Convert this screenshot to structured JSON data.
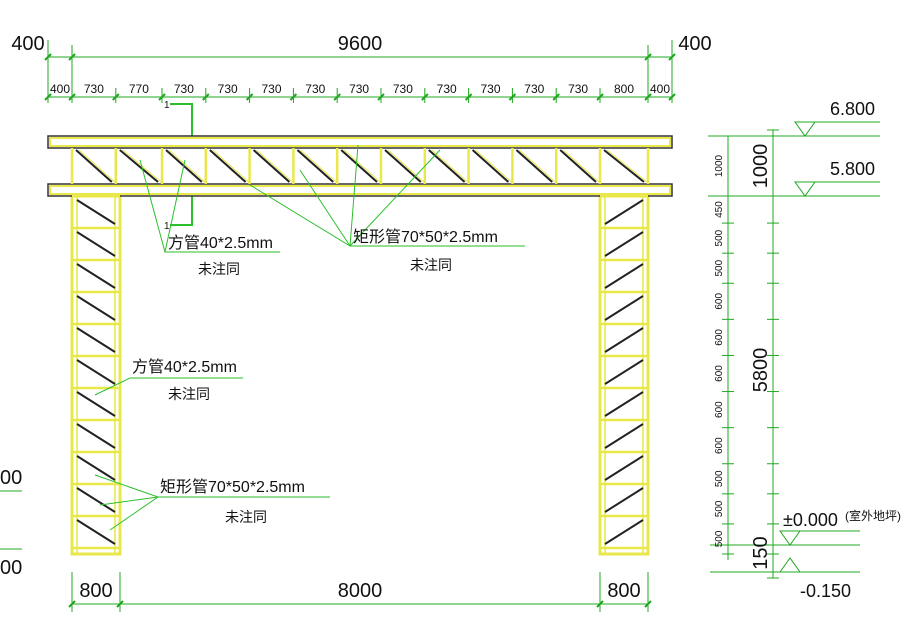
{
  "top_dims": {
    "overall": "9600",
    "left_ext": "400",
    "right_ext": "400",
    "segments": [
      "400",
      "730",
      "770",
      "730",
      "730",
      "730",
      "730",
      "730",
      "730",
      "730",
      "730",
      "730",
      "730",
      "800",
      "400"
    ]
  },
  "section_mark": "1",
  "notes": {
    "square_tube": "方管40*2.5mm",
    "rect_tube": "矩形管70*50*2.5mm",
    "unless_noted": "未注同"
  },
  "elevations": {
    "top": "6.800",
    "mid": "5.800",
    "ground": "±0.000",
    "ground_note": "(室外地坪)",
    "bottom": "-0.150"
  },
  "right_dims": {
    "upper": "1000",
    "main": "5800",
    "base": "150",
    "small": [
      "1000",
      "450",
      "500",
      "500",
      "600",
      "600",
      "600",
      "600",
      "600",
      "500",
      "500",
      "500"
    ]
  },
  "bottom_dims": {
    "left": "800",
    "middle": "8000",
    "right": "800"
  },
  "left_edge_partial": [
    "00",
    "00"
  ],
  "colors": {
    "structure": "#e8e84a",
    "structure_dark": "#c8c820",
    "dim_line": "#1fa81f",
    "leader": "#2bbf2b",
    "brace": "#222222",
    "text": "#111111"
  }
}
